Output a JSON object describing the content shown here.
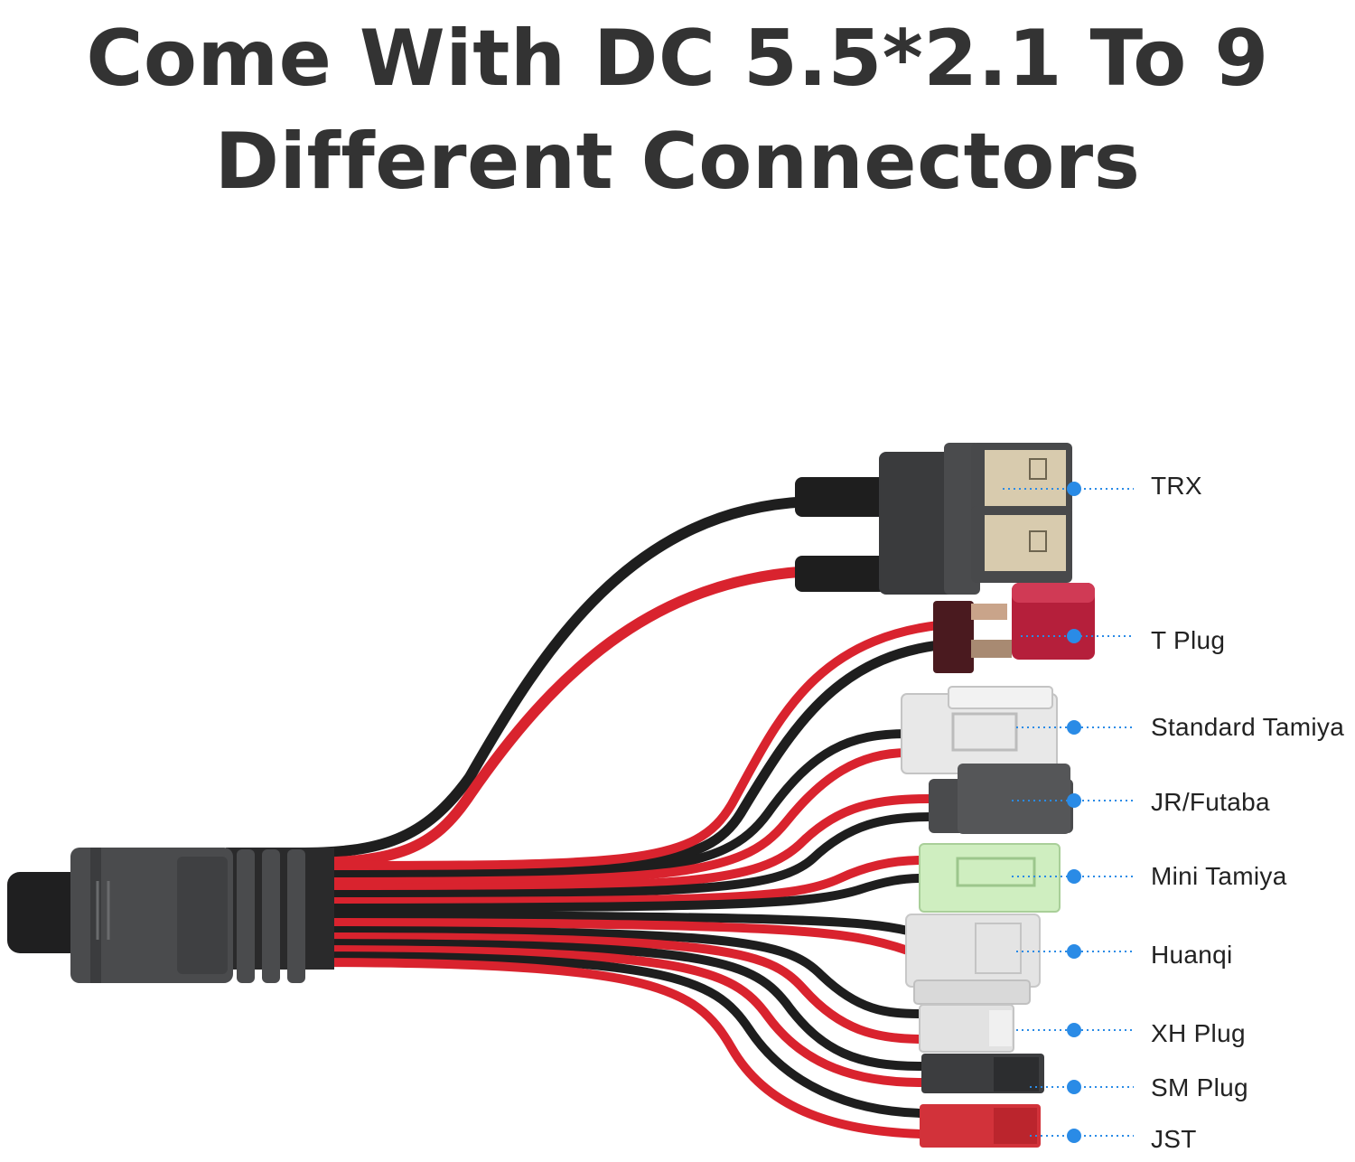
{
  "headline": {
    "line1": "Come With DC 5.5*2.1 To 9",
    "line2": "Different Connectors"
  },
  "accent_color": "#2a8be6",
  "cable_colors": {
    "red": "#d9232e",
    "black": "#1e1e1e",
    "body": "#4a4b4d"
  },
  "connectors": [
    {
      "label": "TRX",
      "color": "#3a3b3d"
    },
    {
      "label": "T Plug",
      "color": "#b51f3b"
    },
    {
      "label": "Standard Tamiya",
      "color": "#e8e8e8"
    },
    {
      "label": "JR/Futaba",
      "color": "#4a4b4d"
    },
    {
      "label": "Mini Tamiya",
      "color": "#cfeec0"
    },
    {
      "label": "Huanqi",
      "color": "#e4e4e4"
    },
    {
      "label": "XH Plug",
      "color": "#e2e2e2"
    },
    {
      "label": "SM Plug",
      "color": "#3c3d3f"
    },
    {
      "label": "JST",
      "color": "#d2323a"
    }
  ]
}
